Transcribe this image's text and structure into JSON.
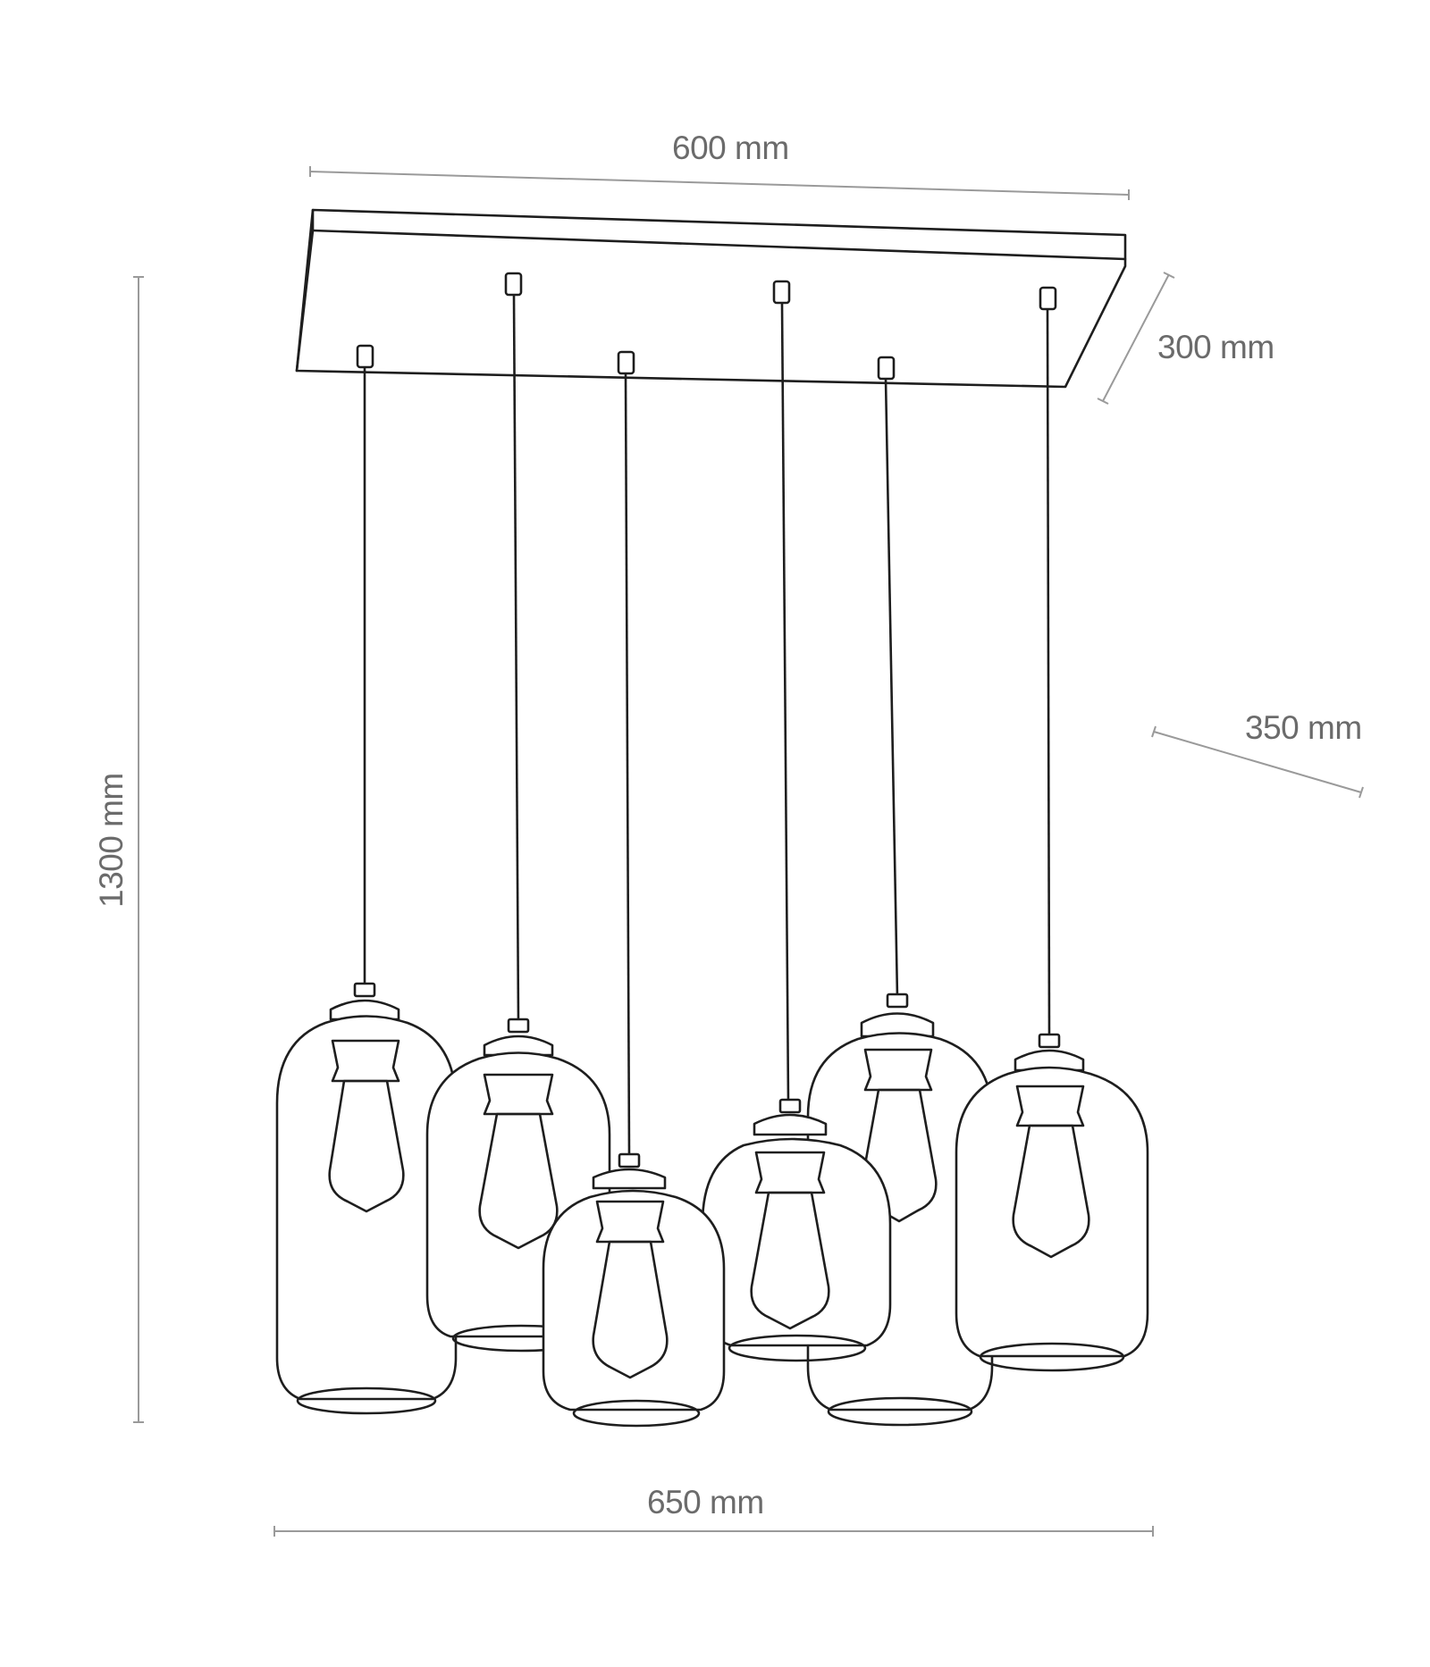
{
  "dimensions": {
    "canopy_length": "600 mm",
    "canopy_depth": "300 mm",
    "total_height": "1300 mm",
    "cluster_depth": "350 mm",
    "total_width": "650 mm"
  },
  "colors": {
    "outline": "#1e1e1e",
    "dimension_line": "#9a9a9a",
    "dimension_text": "#6b6b6b",
    "background": "#ffffff"
  }
}
